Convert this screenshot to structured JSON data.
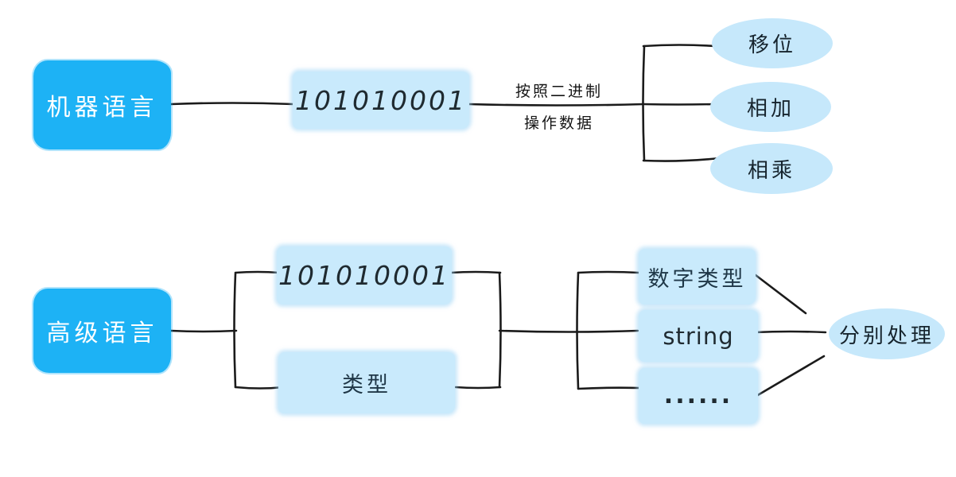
{
  "diagram_title": "machine language vs high-level language data handling",
  "colors": {
    "root_box_blue": "#1db2f5",
    "lite_box_blue": "#c9eafc",
    "ellipse_blue": "#c6e8fb",
    "line_black": "#1b1b1b",
    "root_text_white": "#ffffff",
    "node_text_dark": "#1f2a30"
  },
  "machine_row": {
    "root_label": "机器语言",
    "binary_value": "101010001",
    "edge_label_line1": "按照二进制",
    "edge_label_line2": "操作数据",
    "operations": [
      "移位",
      "相加",
      "相乘"
    ]
  },
  "highlevel_row": {
    "root_label": "高级语言",
    "binary_value": "101010001",
    "type_label": "类型",
    "type_variants": [
      "数字类型",
      "string",
      "......"
    ],
    "result_label": "分别处理"
  }
}
